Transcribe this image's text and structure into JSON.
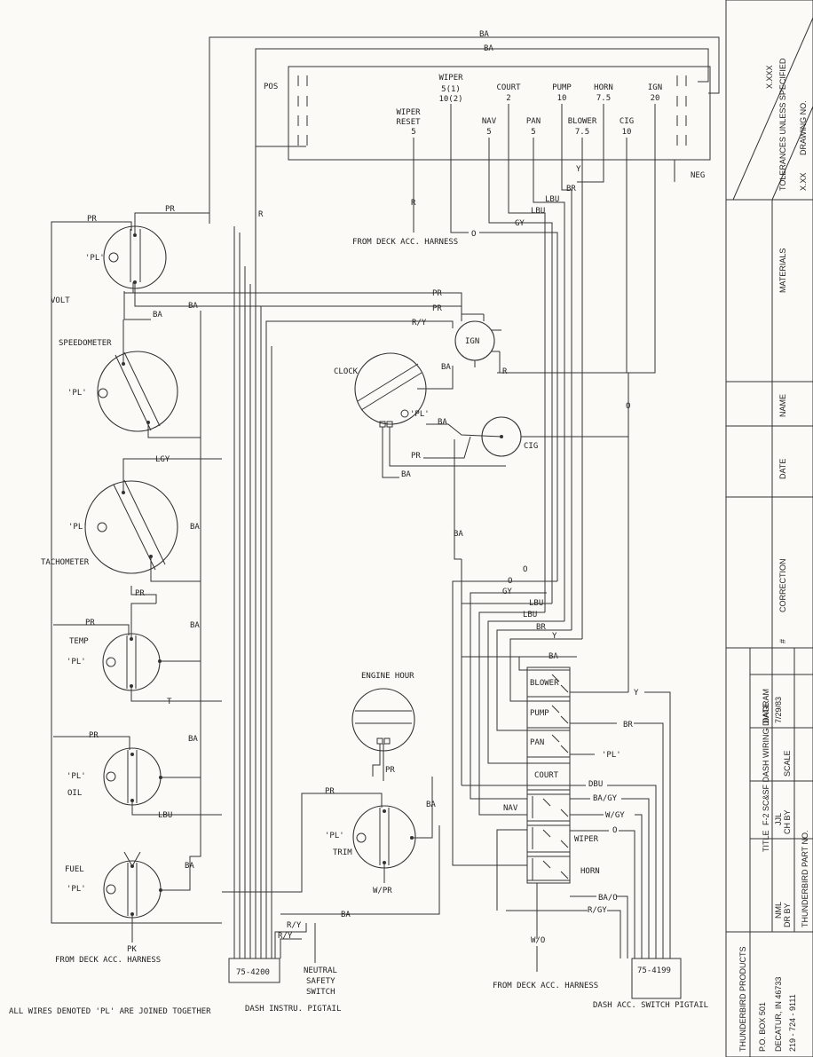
{
  "fuse_panel": {
    "pos": "POS",
    "neg": "NEG",
    "fuses": [
      {
        "name": "WIPER",
        "rating": "5(1)\n10(2)"
      },
      {
        "name": "COURT",
        "rating": "2"
      },
      {
        "name": "PUMP",
        "rating": "10"
      },
      {
        "name": "HORN",
        "rating": "7.5"
      },
      {
        "name": "IGN",
        "rating": "20"
      },
      {
        "name": "WIPER\nRESET",
        "rating": "5"
      },
      {
        "name": "NAV",
        "rating": "5"
      },
      {
        "name": "PAN",
        "rating": "5"
      },
      {
        "name": "BLOWER",
        "rating": "7.5"
      },
      {
        "name": "CIG",
        "rating": "10"
      }
    ]
  },
  "gauges": {
    "volt": "VOLT",
    "speedometer": "SPEEDOMETER",
    "tachometer": "TACHOMETER",
    "temp": "TEMP",
    "oil": "OIL",
    "fuel": "FUEL",
    "trim": "TRIM",
    "clock": "CLOCK",
    "cig": "CIG",
    "ign": "IGN",
    "engine_hour": "ENGINE HOUR",
    "pl": "'PL'"
  },
  "wires": {
    "BA": "BA",
    "PR": "PR",
    "R": "R",
    "O": "O",
    "GY": "GY",
    "LBU": "LBU",
    "BR": "BR",
    "Y": "Y",
    "RY": "R/Y",
    "LGY": "LGY",
    "T": "T",
    "PK": "PK",
    "WPR": "W/PR",
    "DBU": "DBU",
    "BAGY": "BA/GY",
    "WGY": "W/GY",
    "BAO": "BA/O",
    "RGY": "R/GY",
    "WO": "W/O",
    "PL": "'PL'"
  },
  "switches": [
    "BLOWER",
    "PUMP",
    "PAN",
    "COURT",
    "NAV",
    "WIPER",
    "HORN"
  ],
  "labels": {
    "from_deck_top": "FROM DECK ACC. HARNESS",
    "from_deck_left": "FROM DECK ACC. HARNESS",
    "from_deck_right": "FROM DECK ACC. HARNESS",
    "neutral": "NEUTRAL\nSAFETY\nSWITCH",
    "conn_left": "75-4200",
    "conn_right": "75-4199",
    "pigtail_left": "DASH INSTRU. PIGTAIL",
    "pigtail_right": "DASH ACC. SWITCH PIGTAIL",
    "footnote": "ALL WIRES DENOTED 'PL' ARE JOINED TOGETHER"
  },
  "title_block": {
    "company": "THUNDERBIRD     PRODUCTS",
    "address1": "P.O.  BOX  501",
    "address2": "DECATUR, IN  46733",
    "phone": "219 - 724 - 9111",
    "tolerances": "TOLERANCES  UNLESS  SPECIFIED",
    "tol_xx": "X.XX",
    "tol_xxx": "X.XXX",
    "drawing_no": "DRAWING NO.",
    "materials": "MATERIALS",
    "name": "NAME",
    "date": "DATE",
    "correction": "CORRECTION",
    "hash": "#",
    "title_label": "TITLE",
    "title_value": "F-2 SC&SF DASH WIRING DIAGRAM",
    "dr_by": "DR BY",
    "dr_by_val": "NML",
    "ch_by": "CH BY",
    "ch_by_val": "JJL",
    "scale": "SCALE",
    "date2": "DATE",
    "date_val": "7/29/83",
    "part_no": "THUNDERBIRD   PART NO."
  }
}
